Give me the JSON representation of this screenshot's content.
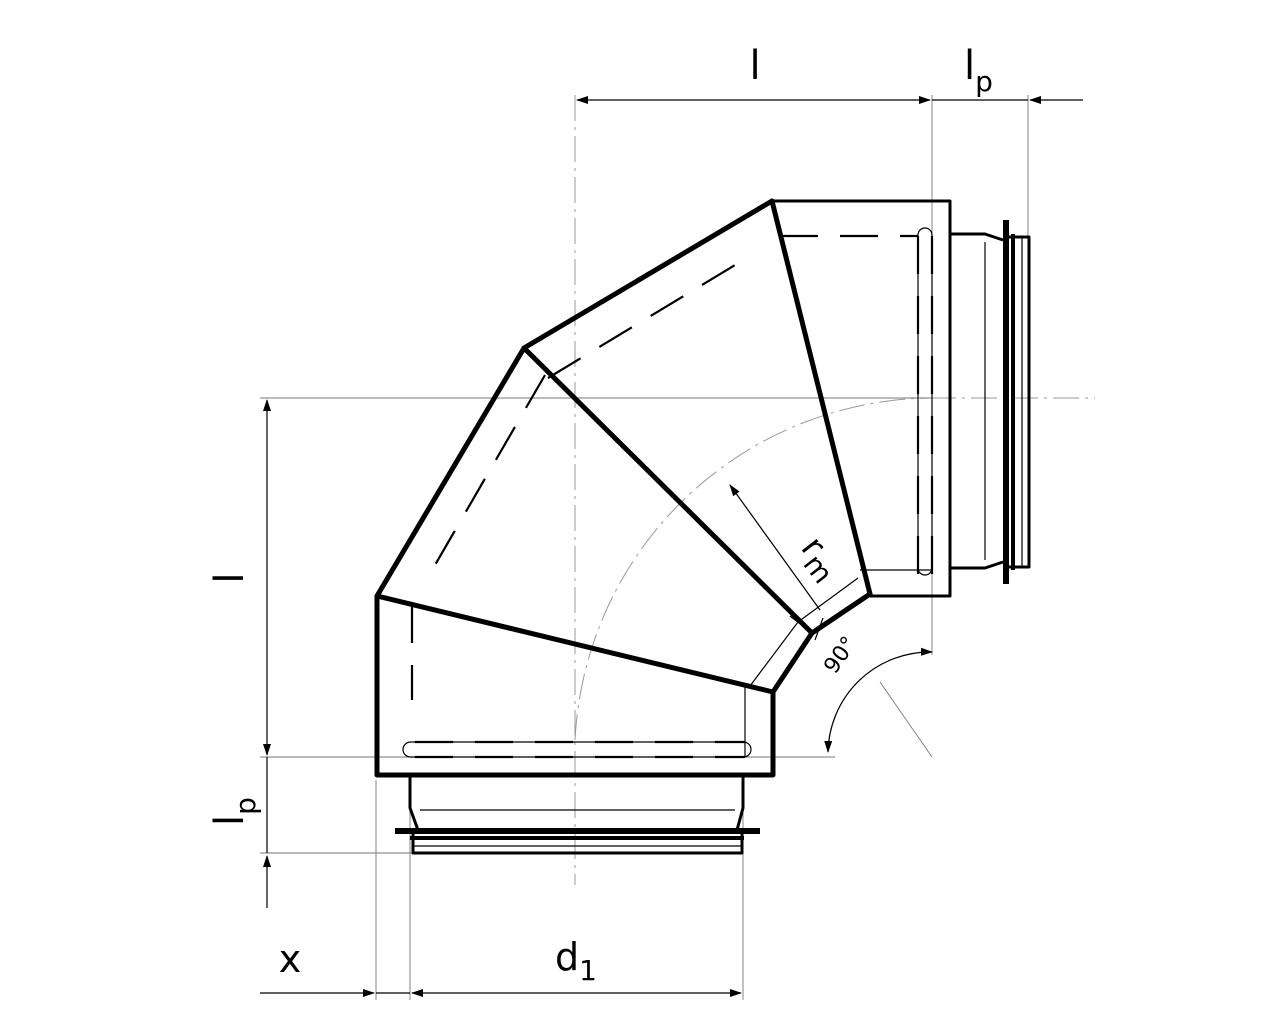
{
  "labels": {
    "length_top": "l",
    "spigot_top_base": "l",
    "spigot_top_sub": "p",
    "length_left": "l",
    "spigot_left_base": "l",
    "spigot_left_sub": "p",
    "radius_base": "r",
    "radius_sub": "m",
    "angle": "90°",
    "offset": "x",
    "diameter_base": "d",
    "diameter_sub": "1"
  }
}
